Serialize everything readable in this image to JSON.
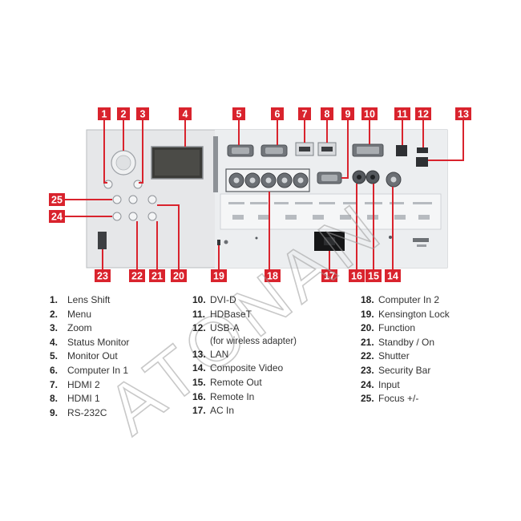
{
  "colors": {
    "callout": "#d9232d",
    "callout_text": "#ffffff",
    "panel": "#e6e7e9",
    "panel_border": "#b9bcc0",
    "watermark": "#9a9a9a"
  },
  "callouts": [
    "1",
    "2",
    "3",
    "4",
    "5",
    "6",
    "7",
    "8",
    "9",
    "10",
    "11",
    "12",
    "13",
    "14",
    "15",
    "16",
    "17",
    "18",
    "19",
    "20",
    "21",
    "22",
    "23",
    "24",
    "25"
  ],
  "legend": {
    "col1": [
      {
        "num": "1.",
        "text": "Lens Shift"
      },
      {
        "num": "2.",
        "text": "Menu"
      },
      {
        "num": "3.",
        "text": "Zoom"
      },
      {
        "num": "4.",
        "text": "Status Monitor"
      },
      {
        "num": "5.",
        "text": "Monitor Out"
      },
      {
        "num": "6.",
        "text": "Computer In 1"
      },
      {
        "num": "7.",
        "text": "HDMI 2"
      },
      {
        "num": "8.",
        "text": "HDMI 1"
      },
      {
        "num": "9.",
        "text": "RS-232C"
      }
    ],
    "col2": [
      {
        "num": "10.",
        "text": "DVI-D"
      },
      {
        "num": "11.",
        "text": "HDBaseT"
      },
      {
        "num": "12.",
        "text": "USB-A"
      },
      {
        "num": "",
        "text": "(for wireless adapter)"
      },
      {
        "num": "13.",
        "text": "LAN"
      },
      {
        "num": "14.",
        "text": "Composite Video"
      },
      {
        "num": "15.",
        "text": "Remote Out"
      },
      {
        "num": "16.",
        "text": "Remote In"
      },
      {
        "num": "17.",
        "text": "AC In"
      }
    ],
    "col3": [
      {
        "num": "18.",
        "text": "Computer In 2"
      },
      {
        "num": "19.",
        "text": "Kensington Lock"
      },
      {
        "num": "20.",
        "text": "Function"
      },
      {
        "num": "21.",
        "text": "Standby / On"
      },
      {
        "num": "22.",
        "text": "Shutter"
      },
      {
        "num": "23.",
        "text": "Security Bar"
      },
      {
        "num": "24.",
        "text": "Input"
      },
      {
        "num": "25.",
        "text": "Focus +/-"
      }
    ]
  },
  "watermark": "ATONAN"
}
